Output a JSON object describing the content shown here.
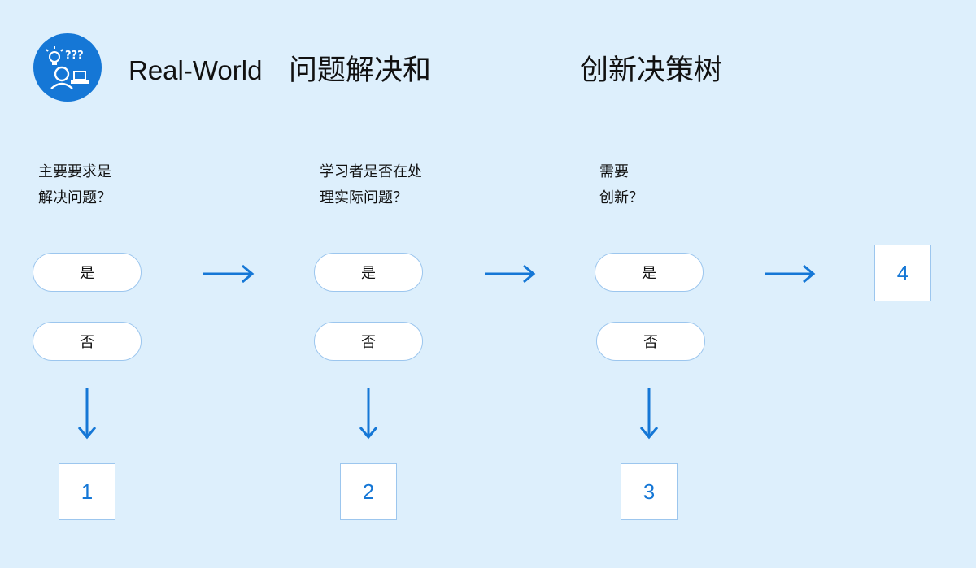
{
  "header": {
    "title_en": "Real-World",
    "title_cn_part1": "问题解决和",
    "title_cn_part2": "创新决策树"
  },
  "logo": {
    "icon": "problem-solving-icon",
    "glyph": "???"
  },
  "steps": [
    {
      "question_line1": "主要要求是",
      "question_line2": "解决问题？",
      "yes_label": "是",
      "no_label": "否",
      "result": "1"
    },
    {
      "question_line1": "学习者是否在处",
      "question_line2": "理实际问题？",
      "yes_label": "是",
      "no_label": "否",
      "result": "2"
    },
    {
      "question_line1": "需要",
      "question_line2": "创新？",
      "yes_label": "是",
      "no_label": "否",
      "result": "3"
    }
  ],
  "final_result": "4",
  "colors": {
    "accent": "#1577d6",
    "background": "#ddeffc",
    "border": "#9cc6ee"
  }
}
